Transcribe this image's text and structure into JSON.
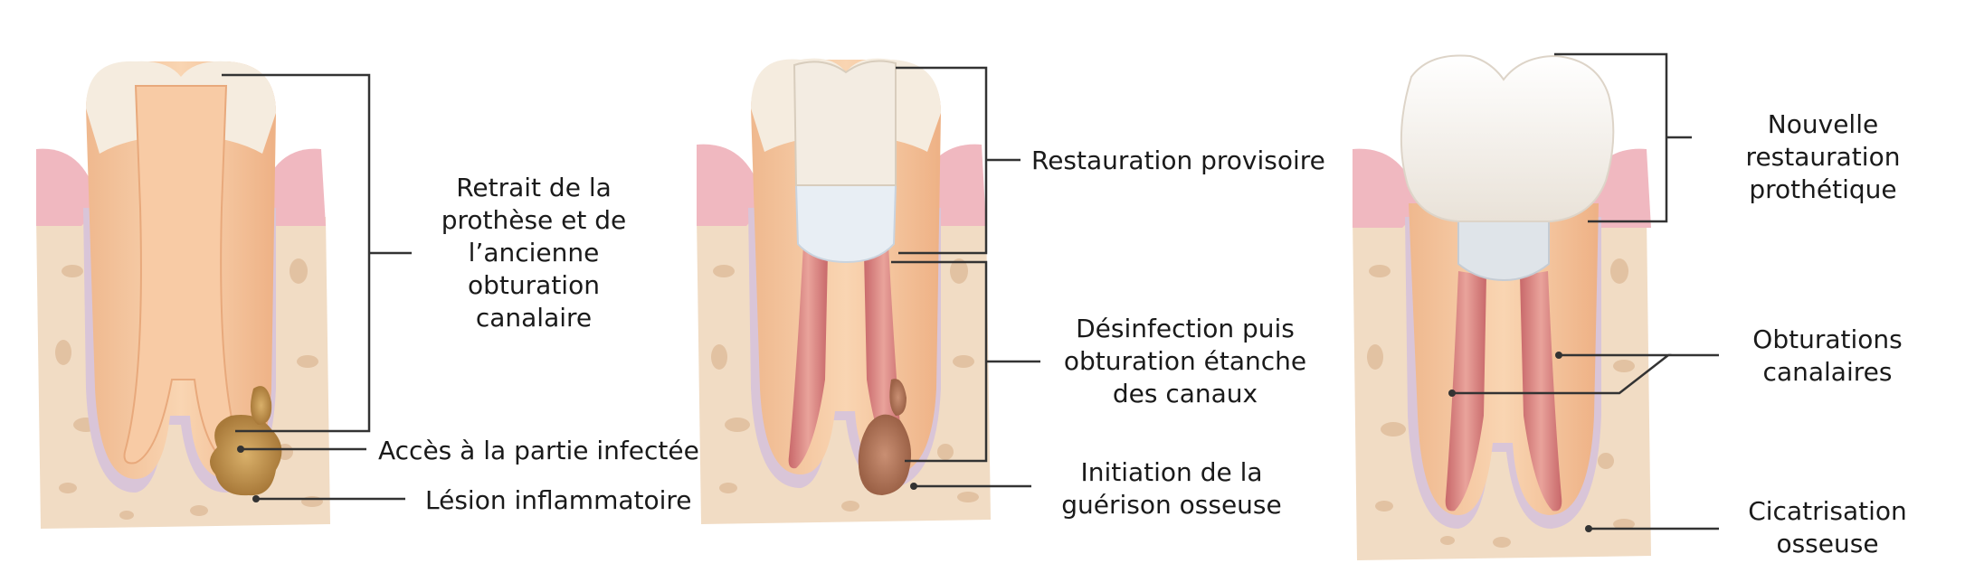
{
  "panels": [
    {
      "labels": {
        "removal": "Retrait de la\nprothèse et de\nl’ancienne\nobturation\ncanalaire",
        "access": "Accès à la partie infectée",
        "lesion": "Lésion inflammatoire"
      }
    },
    {
      "labels": {
        "temporary": "Restauration provisoire",
        "disinfection": "Désinfection puis\nobturation étanche\ndes canaux",
        "healing_start": "Initiation de la\nguérison osseuse"
      }
    },
    {
      "labels": {
        "new_crown": "Nouvelle restauration\nprothétique",
        "fillings": "Obturations\ncanalaires",
        "healing": "Cicatrisation\nosseuse"
      }
    }
  ],
  "colors": {
    "bone": "#f1dcc4",
    "bone_spots": "#e2c2a2",
    "gum": "#f0b8c0",
    "dentin": "#f6c8a0",
    "enamel": "#f5ecdf",
    "canal": "#d9847f",
    "temp_filling": "#e8eef4",
    "crown": "#f7f3ee",
    "lesion": "#b88a4a",
    "leader": "#333333"
  }
}
